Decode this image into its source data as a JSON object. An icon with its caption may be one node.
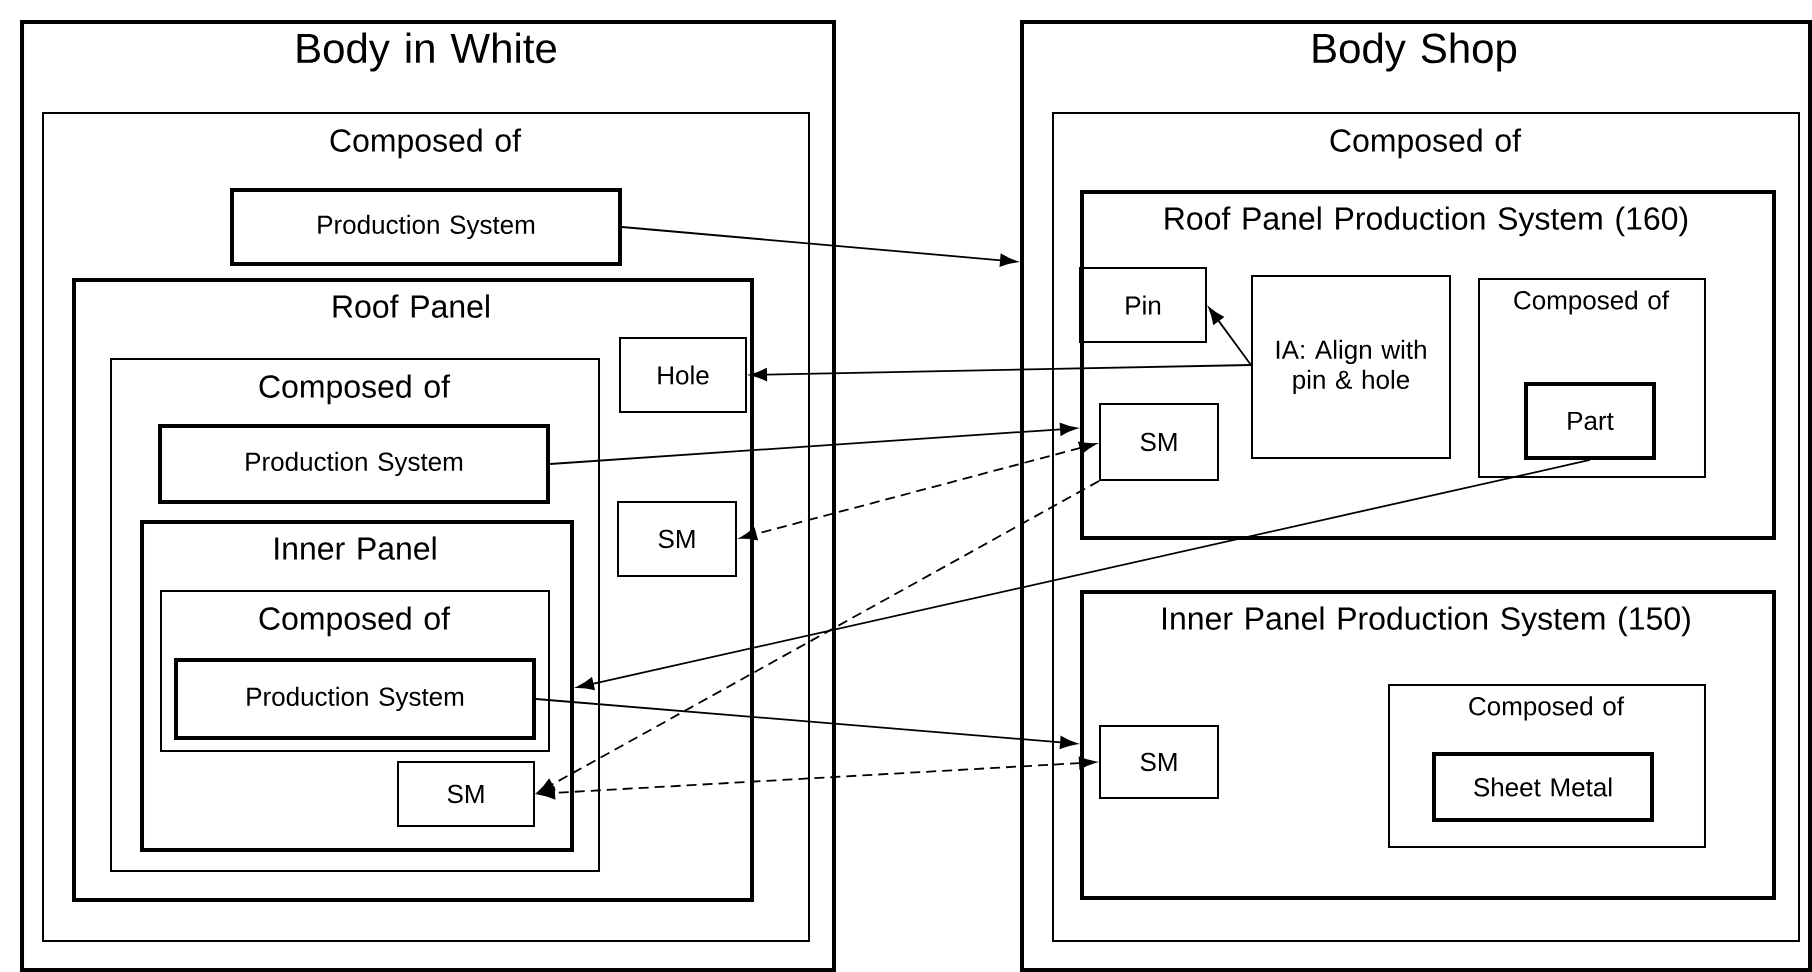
{
  "diagram": {
    "nodes": [
      {
        "text": [
          "Body in White"
        ]
      },
      {
        "text": [
          "Composed of"
        ],
        "in": 0
      },
      {
        "text": [
          "Production System"
        ],
        "in": 1
      },
      {
        "text": [
          "Roof Panel"
        ],
        "in": 1
      },
      {
        "text": [
          "Composed of"
        ],
        "in": 3
      },
      {
        "text": [
          "Production System"
        ],
        "in": 4
      },
      {
        "text": [
          "Inner Panel"
        ],
        "in": 4
      },
      {
        "text": [
          "Composed of"
        ],
        "in": 6
      },
      {
        "text": [
          "Production System"
        ],
        "in": 7
      },
      {
        "text": [
          "SM"
        ],
        "in": 6
      },
      {
        "text": [
          "Hole"
        ],
        "in": 3
      },
      {
        "text": [
          "SM"
        ],
        "in": 3
      },
      {
        "text": [
          "Body Shop"
        ]
      },
      {
        "text": [
          "Composed of"
        ],
        "in": 12
      },
      {
        "text": [
          "Roof Panel Production System (160)"
        ],
        "in": 13
      },
      {
        "text": [
          "Pin"
        ],
        "in": 14
      },
      {
        "text": [
          "SM"
        ],
        "in": 14
      },
      {
        "text": [
          "IA: Align with pin & hole"
        ],
        "in": 14
      },
      {
        "text": [
          "Composed of"
        ],
        "in": 14
      },
      {
        "text": [
          "Part"
        ],
        "in": 18
      },
      {
        "text": [
          "Inner Panel Production System (150)"
        ],
        "in": 13
      },
      {
        "text": [
          "SM"
        ],
        "in": 20
      },
      {
        "text": [
          "Composed of"
        ],
        "in": 20
      },
      {
        "text": [
          "Sheet Metal"
        ],
        "in": 22
      }
    ],
    "edges": [
      {
        "from": 2,
        "to": 12,
        "arrow": "to"
      },
      {
        "from": 17,
        "to": 10,
        "arrow": "to"
      },
      {
        "from": 17,
        "to": 15,
        "arrow": "to"
      },
      {
        "from": 5,
        "to": 14,
        "arrow": "to"
      },
      {
        "from": 16,
        "to": 11,
        "arrow": "both",
        "style": "dashed"
      },
      {
        "from": 16,
        "to": 9,
        "arrow": "to",
        "style": "dashed"
      },
      {
        "from": 19,
        "to": 6,
        "arrow": "to"
      },
      {
        "from": 8,
        "to": 20,
        "arrow": "to"
      },
      {
        "from": 21,
        "to": 9,
        "arrow": "both",
        "style": "dashed"
      }
    ]
  }
}
